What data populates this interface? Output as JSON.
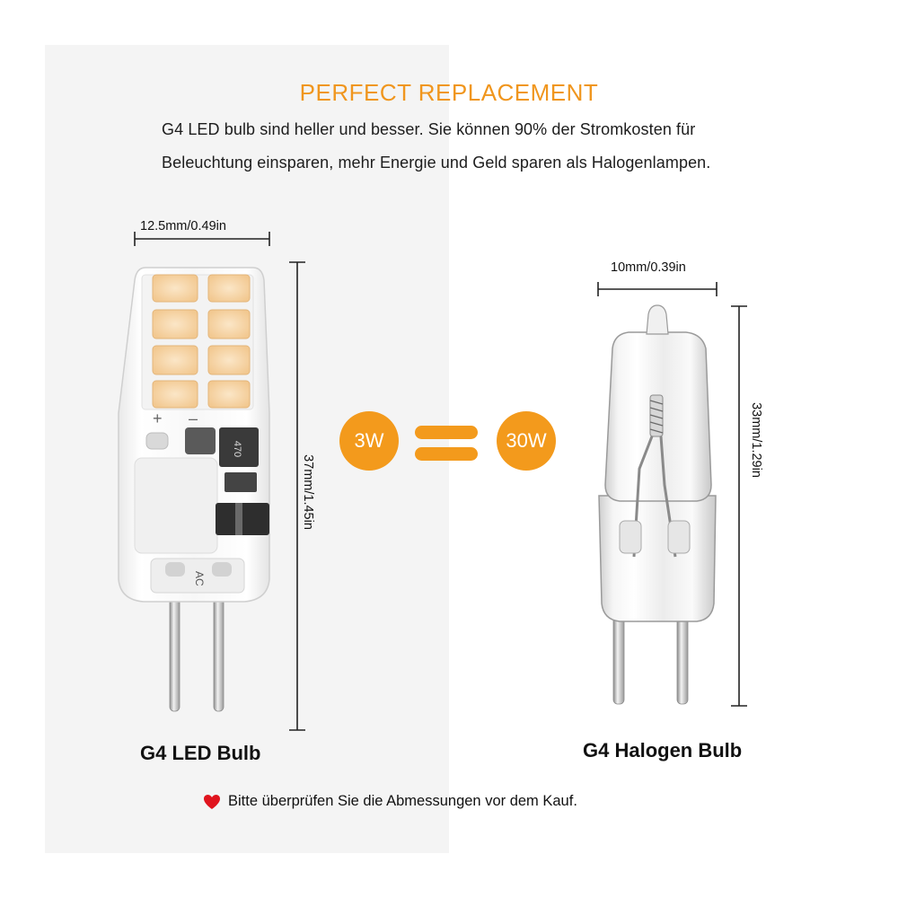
{
  "title": "PERFECT REPLACEMENT",
  "description": {
    "line1": "G4 LED bulb sind heller und besser. Sie können 90% der Stromkosten für",
    "line2": "Beleuchtung einsparen, mehr Energie und Geld sparen als Halogenlampen."
  },
  "led_bulb": {
    "name": "G4 LED Bulb",
    "width_label": "12.5mm/0.49in",
    "height_label": "37mm/1.45in",
    "wattage": "3W",
    "pin_markings": [
      "+",
      "–"
    ],
    "resistor_code": "470",
    "ac_marking": "AC"
  },
  "halogen_bulb": {
    "name": "G4 Halogen Bulb",
    "width_label": "10mm/0.39in",
    "height_label": "33mm/1.29in",
    "wattage": "30W"
  },
  "footnote": {
    "icon": "heart-icon",
    "text": "Bitte überprüfen Sie die Abmessungen vor dem Kauf."
  },
  "colors": {
    "accent_orange": "#f39a1c",
    "title_orange": "#f0961e",
    "heart_red": "#e0141e",
    "panel_bg": "#f4f4f4"
  }
}
